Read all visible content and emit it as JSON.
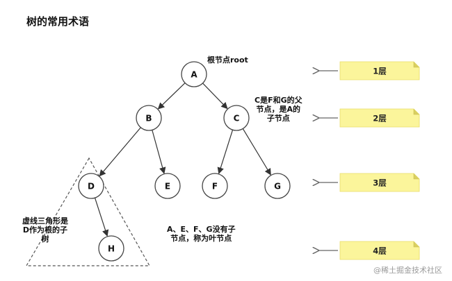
{
  "title": "树的常用术语",
  "nodes": [
    {
      "id": "A",
      "label": "A"
    },
    {
      "id": "B",
      "label": "B"
    },
    {
      "id": "C",
      "label": "C"
    },
    {
      "id": "D",
      "label": "D"
    },
    {
      "id": "E",
      "label": "E"
    },
    {
      "id": "F",
      "label": "F"
    },
    {
      "id": "G",
      "label": "G"
    },
    {
      "id": "H",
      "label": "H"
    }
  ],
  "edges": [
    {
      "from": "A",
      "to": "B"
    },
    {
      "from": "A",
      "to": "C"
    },
    {
      "from": "B",
      "to": "D"
    },
    {
      "from": "B",
      "to": "E"
    },
    {
      "from": "C",
      "to": "F"
    },
    {
      "from": "C",
      "to": "G"
    },
    {
      "from": "D",
      "to": "H"
    }
  ],
  "levels": [
    "1层",
    "2层",
    "3层",
    "4层"
  ],
  "annotations": {
    "root": "根节点root",
    "parent_line1": "C是F和G的父",
    "parent_line2": "节点，是A的",
    "parent_line3": "子节点",
    "subtree_line1": "虚线三角形是",
    "subtree_line2": "D作为根的子",
    "subtree_line3": "树",
    "leaf_line1": "A、E、F、G没有子",
    "leaf_line2": "节点，称为叶节点"
  },
  "watermark": "@稀土掘金技术社区",
  "colors": {
    "node_fill": "#ffffff",
    "node_stroke": "#444444",
    "edge": "#333333",
    "level_tag": "#fbf59b",
    "arrow": "#666666"
  }
}
